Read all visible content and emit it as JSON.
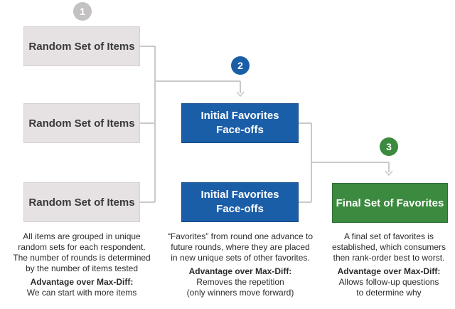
{
  "steps": [
    "1",
    "2",
    "3"
  ],
  "colors": {
    "step1": "#c4c1c2",
    "step2": "#1b5ea8",
    "step3": "#3b8a3f",
    "connector": "#c9c9c9"
  },
  "column1": {
    "boxes": [
      "Random Set of Items",
      "Random Set of Items",
      "Random Set of Items"
    ],
    "caption_lines": [
      "All items are grouped in unique",
      "random sets for each respondent.",
      "The number of rounds is determined",
      "by the number of items tested"
    ],
    "advantage_title": "Advantage over Max-Diff:",
    "advantage_lines": [
      "We can start with more items"
    ]
  },
  "column2": {
    "boxes": [
      {
        "line1": "Initial Favorites",
        "line2": "Face-offs"
      },
      {
        "line1": "Initial Favorites",
        "line2": "Face-offs"
      }
    ],
    "caption_lines": [
      "“Favorites” from round one advance to",
      "future rounds, where they are placed",
      "in new unique sets of other favorites."
    ],
    "advantage_title": "Advantage over Max-Diff:",
    "advantage_lines": [
      "Removes the repetition",
      "(only winners move forward)"
    ]
  },
  "column3": {
    "box": "Final Set of Favorites",
    "caption_lines": [
      "A final set of favorites is",
      "established, which consumers",
      "then rank-order best to worst."
    ],
    "advantage_title": "Advantage over Max-Diff:",
    "advantage_lines": [
      "Allows follow-up questions",
      "to determine why"
    ]
  }
}
